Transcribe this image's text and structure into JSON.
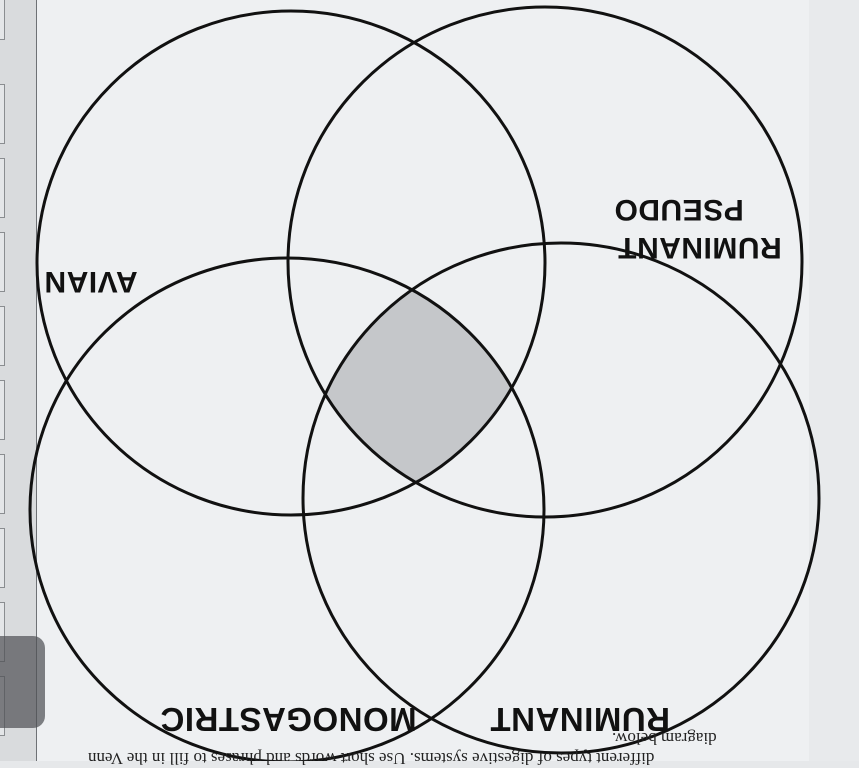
{
  "viewer": {
    "thumbnail_count": 10,
    "overlay_control": "floating-toolbar-button"
  },
  "diagram": {
    "type": "venn",
    "orientation": "upside-down (rotated 180 degrees)",
    "sets": [
      {
        "id": "avian",
        "label": "AVIAN"
      },
      {
        "id": "pseudo_ruminant",
        "label_line1": "PSEUDO",
        "label_line2": "RUMINANT"
      },
      {
        "id": "monogastric",
        "label": "MONOGASTRIC"
      },
      {
        "id": "ruminant",
        "label": "RUMINANT"
      }
    ],
    "shaded_region": "intersection of all four sets",
    "colors": {
      "stroke": "#111111",
      "shade": "#c5c7ca",
      "paper": "#eef0f2"
    }
  },
  "instructions": {
    "line1": "different types of digestive systems. Use short words and phrases to fill in the Venn",
    "line2": "diagram below."
  }
}
